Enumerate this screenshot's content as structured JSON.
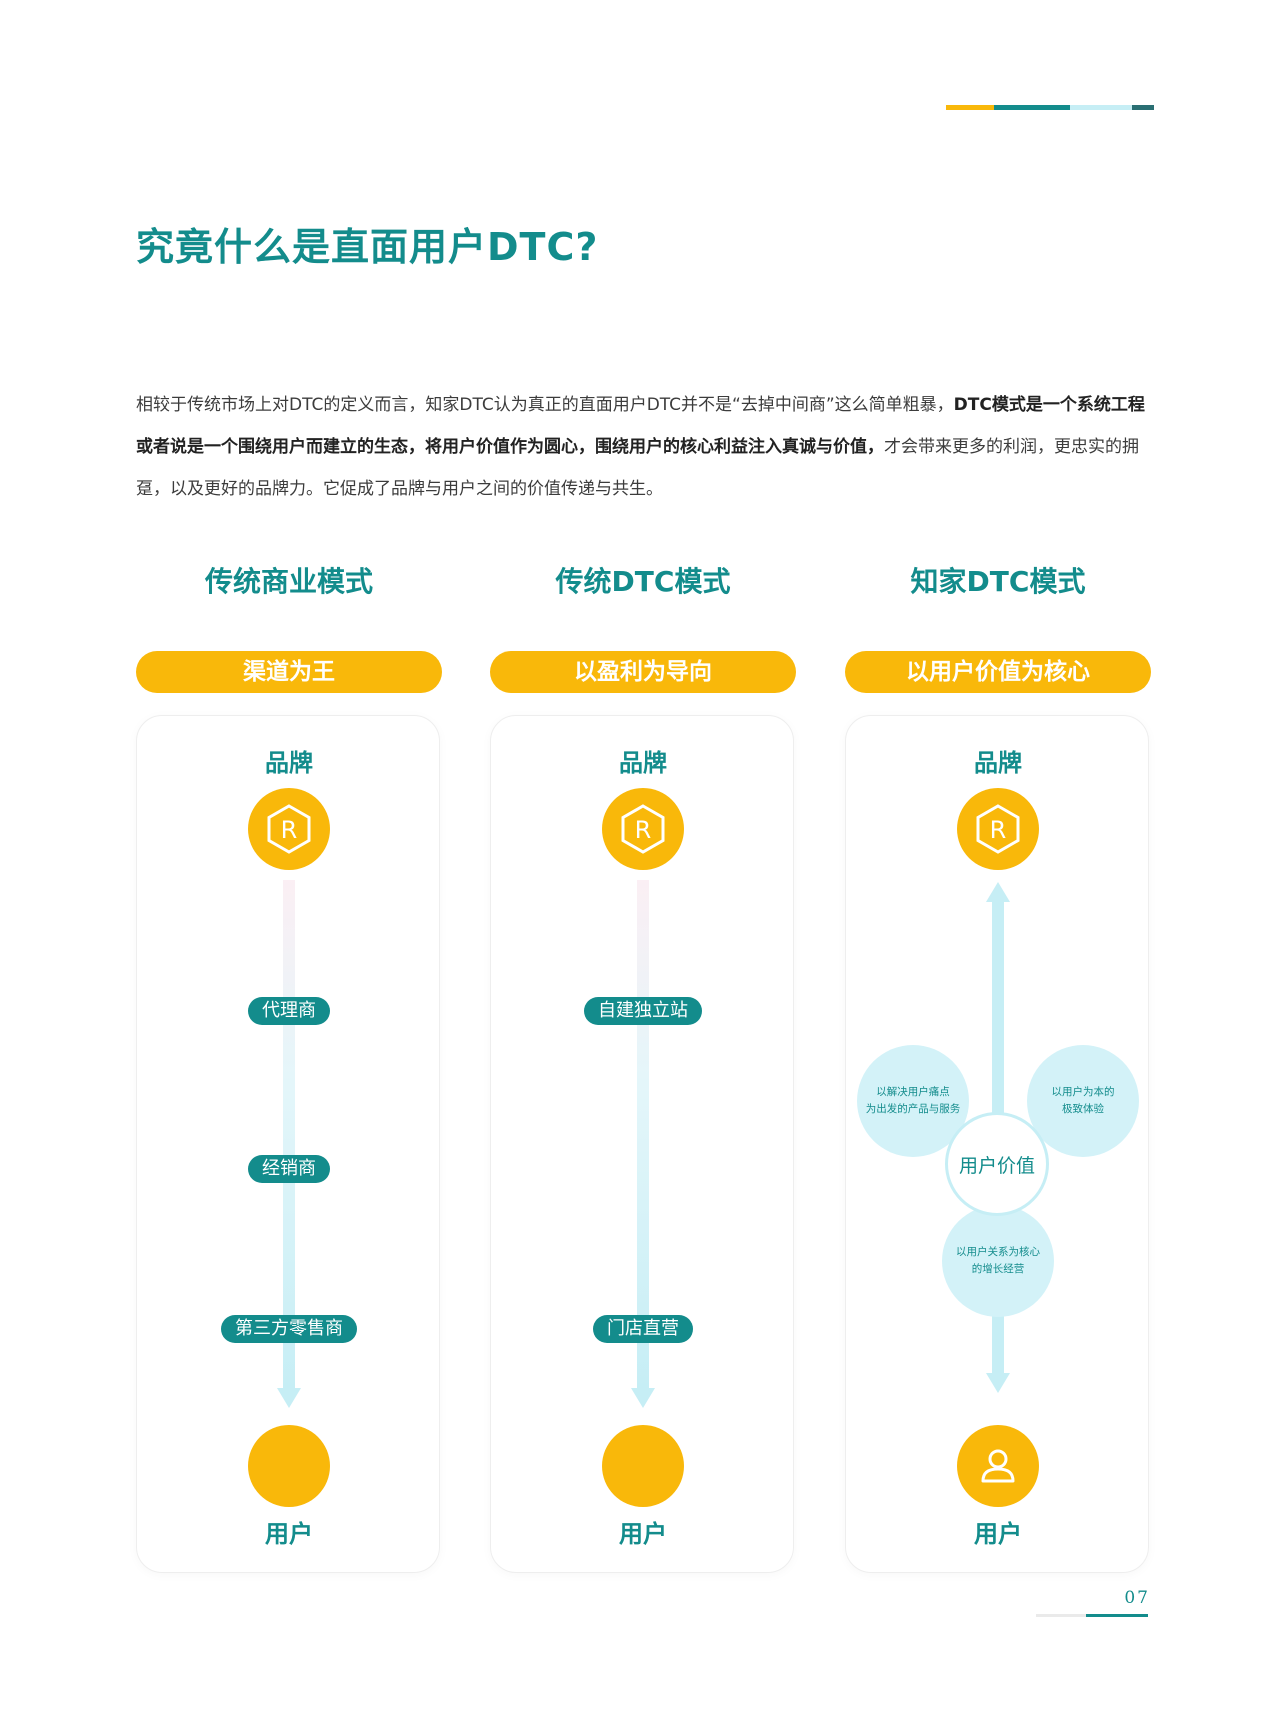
{
  "top_bar_colors": [
    "#f9b80a",
    "#138c8c",
    "#c6eef5",
    "#2a6f73"
  ],
  "title": "究竟什么是直面用户DTC?",
  "intro": {
    "part1": "相较于传统市场上对DTC的定义而言，知家DTC认为真正的直面用户DTC并不是“去掉中间商”这么简单粗暴，",
    "bold": "DTC模式是一个系统工程或者说是一个围绕用户而建立的生态，将用户价值作为圆心，围绕用户的核心利益注入真诚与价值，",
    "part2": "才会带来更多的利润，更忠实的拥趸，以及更好的品牌力。它促成了品牌与用户之间的价值传递与共生。"
  },
  "columns": [
    {
      "title": "传统商业模式",
      "pill": "渠道为王",
      "brand_label": "品牌",
      "user_label": "用户",
      "steps": [
        "代理商",
        "经销商",
        "第三方零售商"
      ]
    },
    {
      "title": "传统DTC模式",
      "pill": "以盈利为导向",
      "brand_label": "品牌",
      "user_label": "用户",
      "steps": [
        "自建独立站",
        "门店直营"
      ]
    },
    {
      "title": "知家DTC模式",
      "pill": "以用户价值为核心",
      "brand_label": "品牌",
      "user_label": "用户",
      "center": "用户价值",
      "bubbles": [
        "以解决用户痛点\n为出发的产品与服务",
        "以用户为本的\n极致体验",
        "以用户关系为核心\n的增长经营"
      ]
    }
  ],
  "icons": {
    "brand": "registered-hexagon-icon",
    "user": "user-icon"
  },
  "accent_color": "#138c8c",
  "highlight_color": "#f9b80a",
  "page_number": "07"
}
